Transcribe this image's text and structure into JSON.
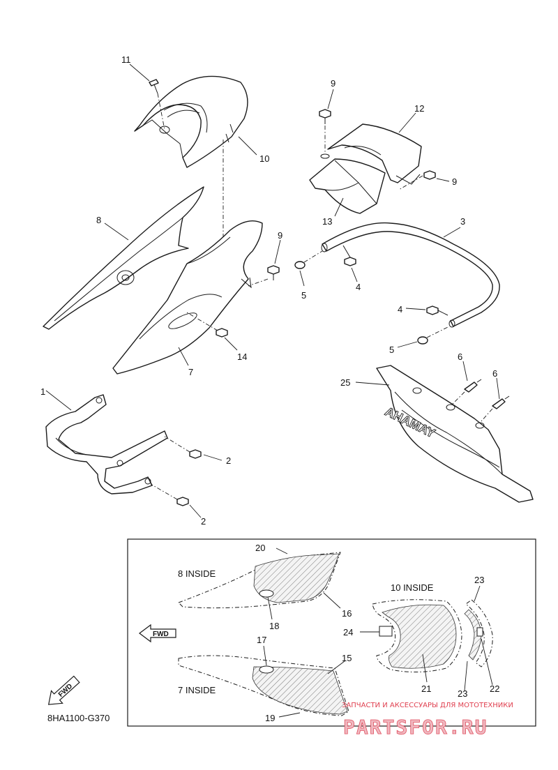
{
  "callouts": {
    "n1": "1",
    "n2a": "2",
    "n2b": "2",
    "n3": "3",
    "n4a": "4",
    "n4b": "4",
    "n5a": "5",
    "n5b": "5",
    "n6a": "6",
    "n6b": "6",
    "n7": "7",
    "n8": "8",
    "n9a": "9",
    "n9b": "9",
    "n9c": "9",
    "n10": "10",
    "n11": "11",
    "n12": "12",
    "n13": "13",
    "n14": "14",
    "n25": "25"
  },
  "inset": {
    "n15": "15",
    "n16": "16",
    "n17": "17",
    "n18": "18",
    "n19": "19",
    "n20": "20",
    "n21": "21",
    "n22": "22",
    "n23a": "23",
    "n23b": "23",
    "n24": "24",
    "label_8_inside": "8 INSIDE",
    "label_7_inside": "7 INSIDE",
    "label_10_inside": "10 INSIDE",
    "fwd_arrow": "FWD"
  },
  "corner_fwd": "FWD",
  "logo_text": "YAMAHA",
  "drawing_code": "8HA1100-G370",
  "watermark": {
    "tagline": "ЗАПЧАСТИ И АКСЕССУАРЫ ДЛЯ МОТОТЕХНИКИ",
    "brand": "PARTSFOR.RU"
  }
}
